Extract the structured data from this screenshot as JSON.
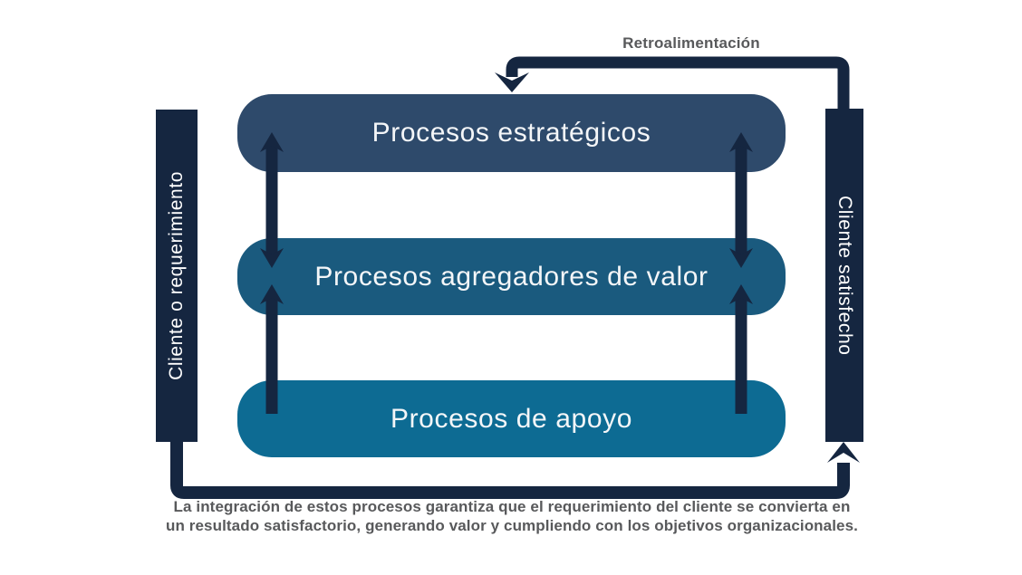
{
  "diagram": {
    "feedback": {
      "label": "Retroalimentación"
    },
    "left_bar": {
      "label": "Cliente o requerimiento"
    },
    "right_bar": {
      "label": "Cliente satisfecho"
    },
    "boxes": [
      {
        "label": "Procesos estratégicos",
        "color": "#2e4a6b"
      },
      {
        "label": "Procesos agregadores de valor",
        "color": "#1a5a7e"
      },
      {
        "label": "Procesos de apoyo",
        "color": "#0d6b93"
      }
    ],
    "caption": {
      "line1": "La integración de estos procesos garantiza que el requerimiento del cliente se convierta en",
      "line2": "un resultado satisfactorio, generando valor y cumpliendo con los objetivos organizacionales."
    },
    "colors": {
      "connector": "#152640",
      "bar_fill": "#152640",
      "bar_text": "#ffffff",
      "box_text": "#f4f6f8",
      "gray_text": "#58595b",
      "background": "#ffffff"
    }
  }
}
